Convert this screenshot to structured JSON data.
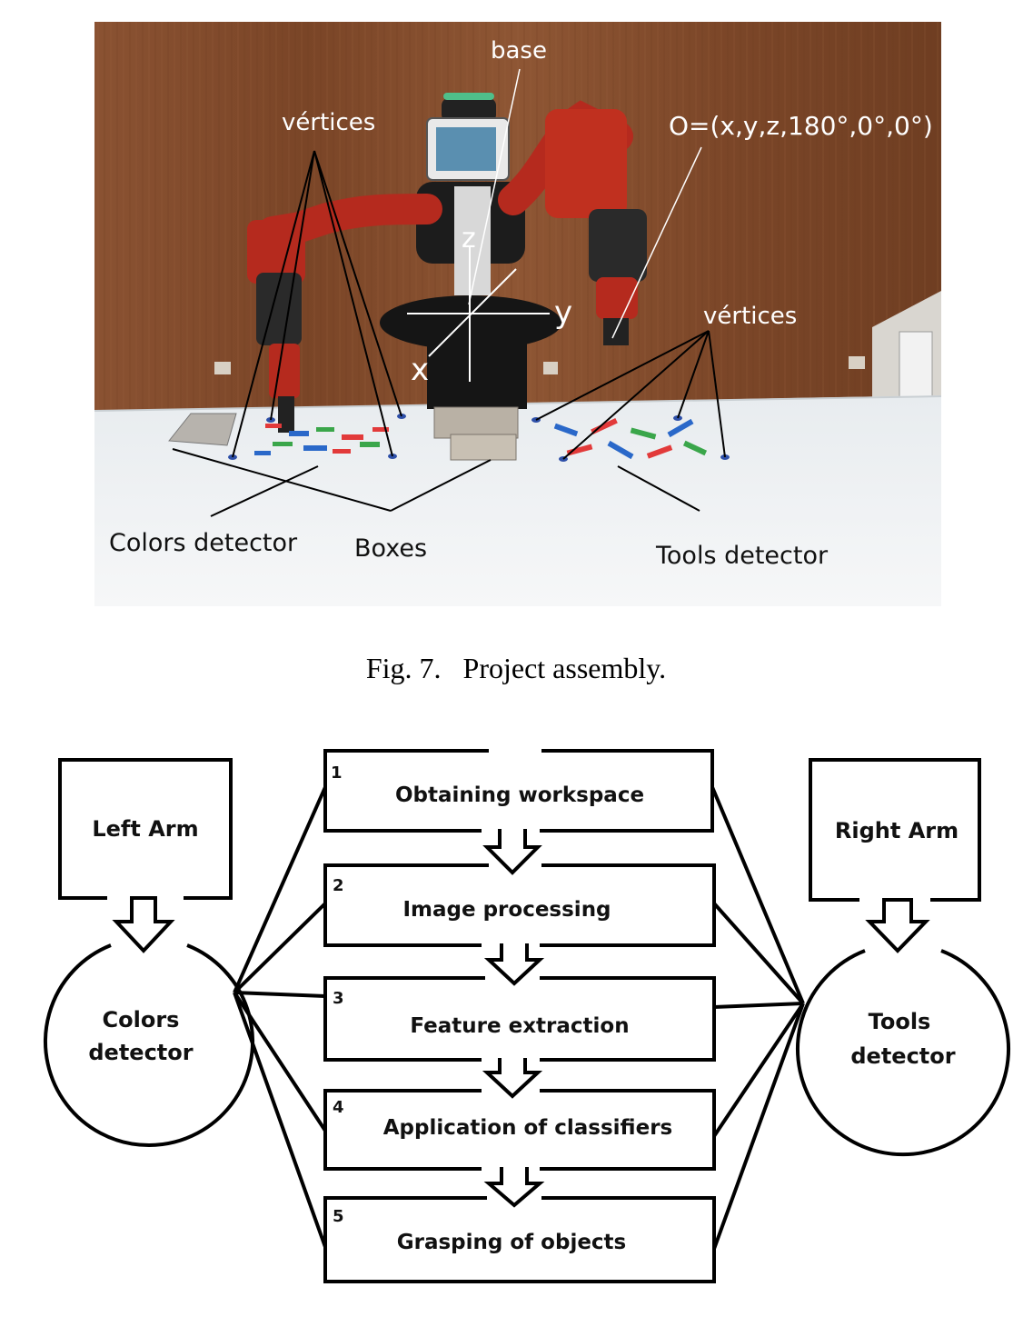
{
  "figure7": {
    "labels": {
      "base": "base",
      "vertices_left": "vértices",
      "vertices_right": "vértices",
      "origin": "O=(x,y,z,180°,0°,0°)",
      "axis_z": "z",
      "axis_y": "y",
      "axis_x": "x",
      "colors_detector": "Colors detector",
      "boxes": "Boxes",
      "tools_detector": "Tools detector"
    },
    "caption": "Fig. 7.   Project assembly."
  },
  "diagram": {
    "left_arm": "Left Arm",
    "right_arm": "Right Arm",
    "colors_detector_line1": "Colors",
    "colors_detector_line2": "detector",
    "tools_detector_line1": "Tools",
    "tools_detector_line2": "detector",
    "steps": [
      {
        "num": "1",
        "label": "Obtaining workspace"
      },
      {
        "num": "2",
        "label": "Image processing"
      },
      {
        "num": "3",
        "label": "Feature extraction"
      },
      {
        "num": "4",
        "label": "Application of classifiers"
      },
      {
        "num": "5",
        "label": "Grasping of objects"
      }
    ]
  }
}
